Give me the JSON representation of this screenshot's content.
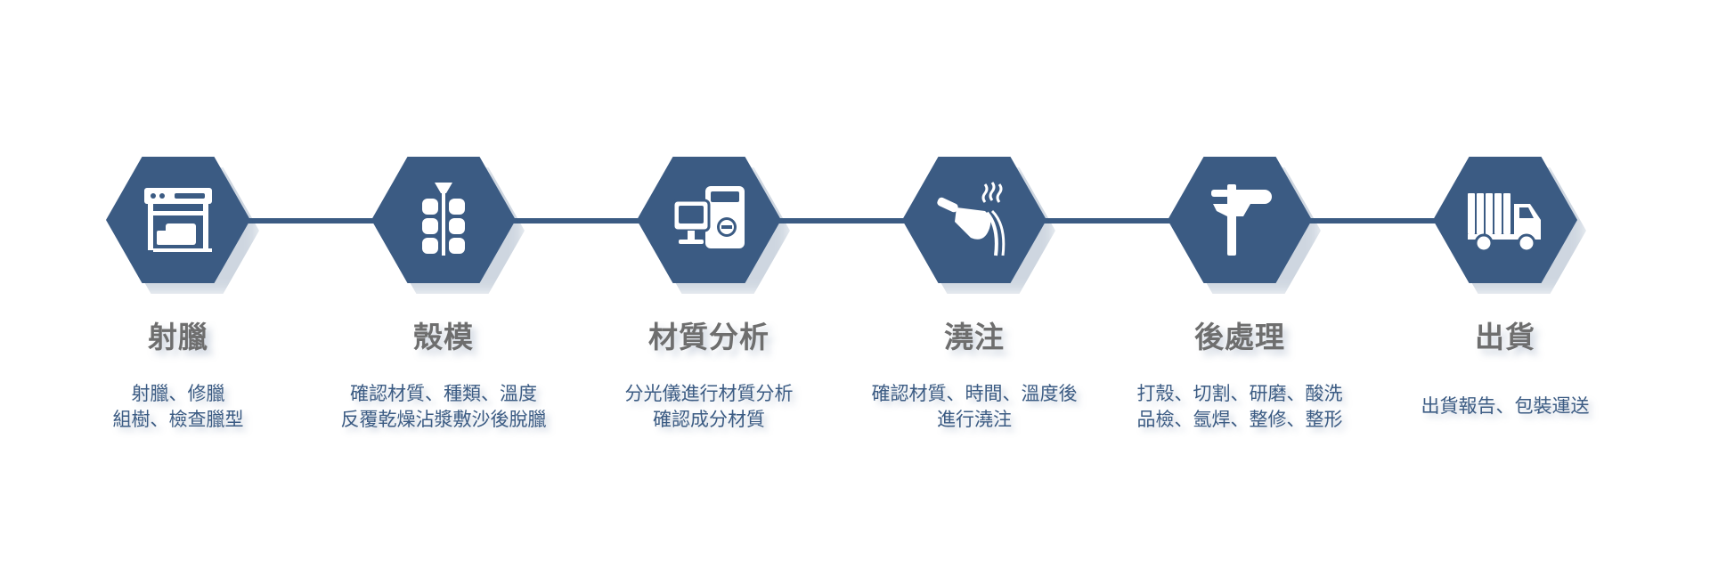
{
  "colors": {
    "accent": "#3b5b83",
    "title_text": "#6e6e6e",
    "desc_text": "#3b5b83",
    "background": "#ffffff"
  },
  "steps": [
    {
      "title": "射臘",
      "icon": "wax-injection-machine-icon",
      "lines": [
        "射臘、修臘",
        "組樹、檢查臘型"
      ]
    },
    {
      "title": "殼模",
      "icon": "wax-tree-shell-icon",
      "lines": [
        "確認材質、種類、溫度",
        "反覆乾燥沾漿敷沙後脫臘"
      ]
    },
    {
      "title": "材質分析",
      "icon": "spectrometer-icon",
      "lines": [
        "分光儀進行材質分析",
        "確認成分材質"
      ]
    },
    {
      "title": "澆注",
      "icon": "pouring-ladle-icon",
      "lines": [
        "確認材質、時間、溫度後",
        "進行澆注"
      ]
    },
    {
      "title": "後處理",
      "icon": "caliper-icon",
      "lines": [
        "打殼、切割、研磨、酸洗",
        "品檢、氬焊、整修、整形"
      ]
    },
    {
      "title": "出貨",
      "icon": "delivery-truck-icon",
      "lines": [
        "出貨報告、包裝運送"
      ]
    }
  ]
}
